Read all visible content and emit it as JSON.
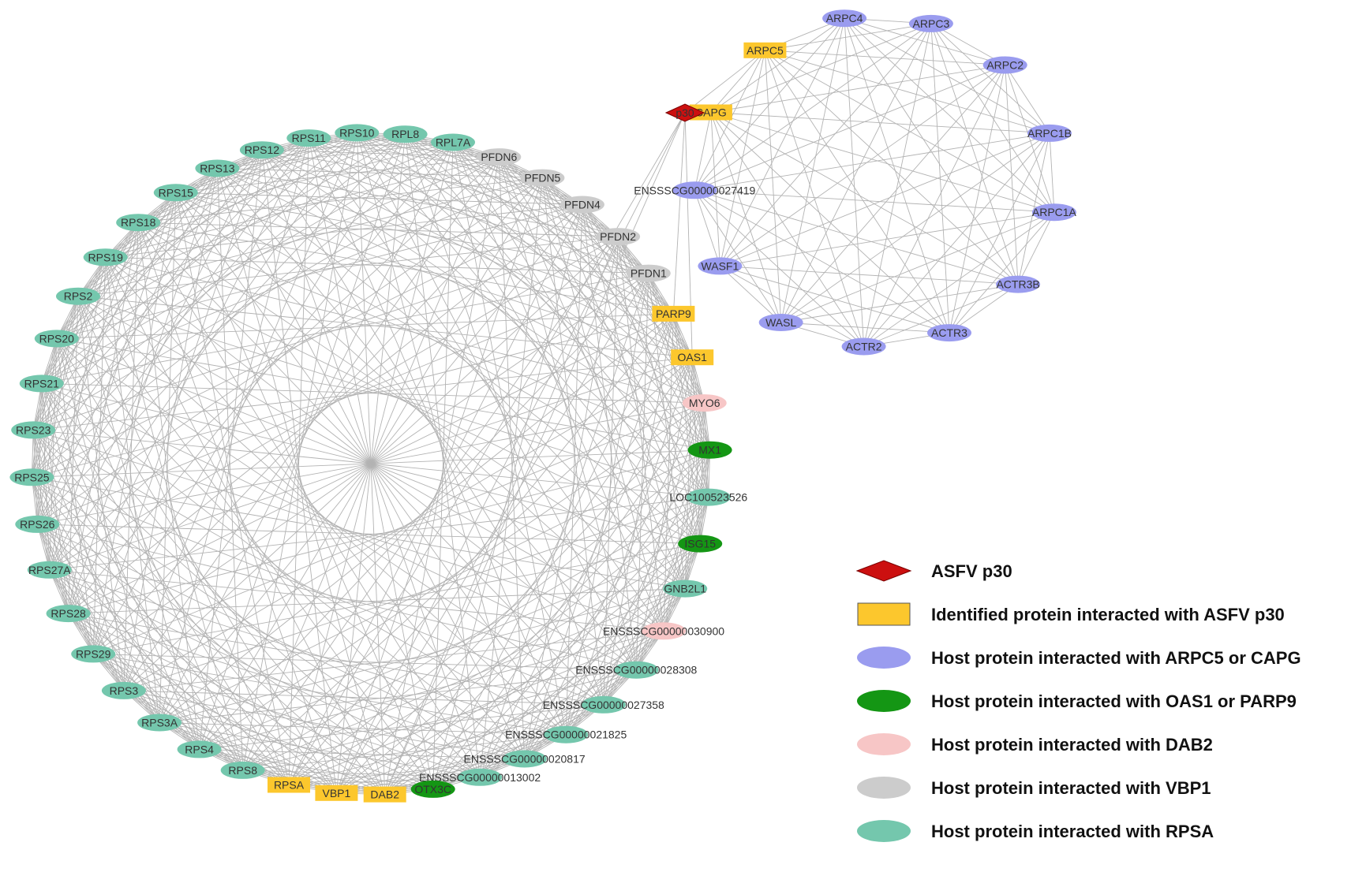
{
  "colors": {
    "virus": "#cc1010",
    "identified": "#fcc72d",
    "arpc": "#9a9cef",
    "oas": "#149614",
    "dab": "#f7c6c6",
    "vbp": "#cccccc",
    "rpsa": "#74c7ad",
    "edge": "#b3b3b3"
  },
  "legend": [
    {
      "group": "virus",
      "shape": "diamond",
      "label": "ASFV p30"
    },
    {
      "group": "identified",
      "shape": "rect",
      "label": "Identified protein interacted with ASFV p30"
    },
    {
      "group": "arpc",
      "shape": "ellipse",
      "label": "Host protein interacted with ARPC5 or CAPG"
    },
    {
      "group": "oas",
      "shape": "ellipse",
      "label": "Host protein interacted with OAS1 or PARP9"
    },
    {
      "group": "dab",
      "shape": "ellipse",
      "label": "Host protein interacted with DAB2"
    },
    {
      "group": "vbp",
      "shape": "ellipse",
      "label": "Host protein interacted with VBP1"
    },
    {
      "group": "rpsa",
      "shape": "ellipse",
      "label": "Host protein interacted with RPSA"
    }
  ],
  "right_cluster": [
    {
      "id": "ARPC4",
      "label": "ARPC4",
      "group": "arpc",
      "shape": "ellipse"
    },
    {
      "id": "ARPC3",
      "label": "ARPC3",
      "group": "arpc",
      "shape": "ellipse"
    },
    {
      "id": "ARPC2",
      "label": "ARPC2",
      "group": "arpc",
      "shape": "ellipse"
    },
    {
      "id": "ARPC1B",
      "label": "ARPC1B",
      "group": "arpc",
      "shape": "ellipse"
    },
    {
      "id": "ARPC1A",
      "label": "ARPC1A",
      "group": "arpc",
      "shape": "ellipse"
    },
    {
      "id": "ACTR3B",
      "label": "ACTR3B",
      "group": "arpc",
      "shape": "ellipse"
    },
    {
      "id": "ACTR3",
      "label": "ACTR3",
      "group": "arpc",
      "shape": "ellipse"
    },
    {
      "id": "ACTR2",
      "label": "ACTR2",
      "group": "arpc",
      "shape": "ellipse"
    },
    {
      "id": "WASL",
      "label": "WASL",
      "group": "arpc",
      "shape": "ellipse"
    },
    {
      "id": "WASF1",
      "label": "WASF1",
      "group": "arpc",
      "shape": "ellipse"
    },
    {
      "id": "ENS27419",
      "label": "ENSSSCG00000027419",
      "group": "arpc",
      "shape": "ellipse"
    },
    {
      "id": "CAPG",
      "label": "CAPG",
      "group": "identified",
      "shape": "rect"
    },
    {
      "id": "ARPC5",
      "label": "ARPC5",
      "group": "identified",
      "shape": "rect"
    }
  ],
  "left_cluster": [
    {
      "id": "RPL7A",
      "label": "RPL7A",
      "group": "rpsa",
      "shape": "ellipse"
    },
    {
      "id": "PFDN6",
      "label": "PFDN6",
      "group": "vbp",
      "shape": "ellipse"
    },
    {
      "id": "PFDN5",
      "label": "PFDN5",
      "group": "vbp",
      "shape": "ellipse"
    },
    {
      "id": "PFDN4",
      "label": "PFDN4",
      "group": "vbp",
      "shape": "ellipse"
    },
    {
      "id": "PFDN2",
      "label": "PFDN2",
      "group": "vbp",
      "shape": "ellipse"
    },
    {
      "id": "PFDN1",
      "label": "PFDN1",
      "group": "vbp",
      "shape": "ellipse"
    },
    {
      "id": "PARP9",
      "label": "PARP9",
      "group": "identified",
      "shape": "rect"
    },
    {
      "id": "OAS1",
      "label": "OAS1",
      "group": "identified",
      "shape": "rect"
    },
    {
      "id": "MYO6",
      "label": "MYO6",
      "group": "dab",
      "shape": "ellipse"
    },
    {
      "id": "MX1",
      "label": "MX1",
      "group": "oas",
      "shape": "ellipse"
    },
    {
      "id": "LOC100523526",
      "label": "LOC100523526",
      "group": "rpsa",
      "shape": "ellipse"
    },
    {
      "id": "ISG15",
      "label": "ISG15",
      "group": "oas",
      "shape": "ellipse"
    },
    {
      "id": "GNB2L1",
      "label": "GNB2L1",
      "group": "rpsa",
      "shape": "ellipse"
    },
    {
      "id": "ENS30900",
      "label": "ENSSSCG00000030900",
      "group": "dab",
      "shape": "ellipse"
    },
    {
      "id": "ENS28308",
      "label": "ENSSSCG00000028308",
      "group": "rpsa",
      "shape": "ellipse"
    },
    {
      "id": "ENS27358",
      "label": "ENSSSCG00000027358",
      "group": "rpsa",
      "shape": "ellipse"
    },
    {
      "id": "ENS21825",
      "label": "ENSSSCG00000021825",
      "group": "rpsa",
      "shape": "ellipse"
    },
    {
      "id": "ENS20817",
      "label": "ENSSSCG00000020817",
      "group": "rpsa",
      "shape": "ellipse"
    },
    {
      "id": "ENS13002",
      "label": "ENSSSCG00000013002",
      "group": "rpsa",
      "shape": "ellipse"
    },
    {
      "id": "OTX3C",
      "label": "OTX3C",
      "group": "oas",
      "shape": "ellipse"
    },
    {
      "id": "DAB2",
      "label": "DAB2",
      "group": "identified",
      "shape": "rect"
    },
    {
      "id": "VBP1",
      "label": "VBP1",
      "group": "identified",
      "shape": "rect"
    },
    {
      "id": "RPSA",
      "label": "RPSA",
      "group": "identified",
      "shape": "rect"
    },
    {
      "id": "RPS8",
      "label": "RPS8",
      "group": "rpsa",
      "shape": "ellipse"
    },
    {
      "id": "RPS4",
      "label": "RPS4",
      "group": "rpsa",
      "shape": "ellipse"
    },
    {
      "id": "RPS3A",
      "label": "RPS3A",
      "group": "rpsa",
      "shape": "ellipse"
    },
    {
      "id": "RPS3",
      "label": "RPS3",
      "group": "rpsa",
      "shape": "ellipse"
    },
    {
      "id": "RPS29",
      "label": "RPS29",
      "group": "rpsa",
      "shape": "ellipse"
    },
    {
      "id": "RPS28",
      "label": "RPS28",
      "group": "rpsa",
      "shape": "ellipse"
    },
    {
      "id": "RPS27A",
      "label": "RPS27A",
      "group": "rpsa",
      "shape": "ellipse"
    },
    {
      "id": "RPS26",
      "label": "RPS26",
      "group": "rpsa",
      "shape": "ellipse"
    },
    {
      "id": "RPS25",
      "label": "RPS25",
      "group": "rpsa",
      "shape": "ellipse"
    },
    {
      "id": "RPS23",
      "label": "RPS23",
      "group": "rpsa",
      "shape": "ellipse"
    },
    {
      "id": "RPS21",
      "label": "RPS21",
      "group": "rpsa",
      "shape": "ellipse"
    },
    {
      "id": "RPS20",
      "label": "RPS20",
      "group": "rpsa",
      "shape": "ellipse"
    },
    {
      "id": "RPS2",
      "label": "RPS2",
      "group": "rpsa",
      "shape": "ellipse"
    },
    {
      "id": "RPS19",
      "label": "RPS19",
      "group": "rpsa",
      "shape": "ellipse"
    },
    {
      "id": "RPS18",
      "label": "RPS18",
      "group": "rpsa",
      "shape": "ellipse"
    },
    {
      "id": "RPS15",
      "label": "RPS15",
      "group": "rpsa",
      "shape": "ellipse"
    },
    {
      "id": "RPS13",
      "label": "RPS13",
      "group": "rpsa",
      "shape": "ellipse"
    },
    {
      "id": "RPS12",
      "label": "RPS12",
      "group": "rpsa",
      "shape": "ellipse"
    },
    {
      "id": "RPS11",
      "label": "RPS11",
      "group": "rpsa",
      "shape": "ellipse"
    },
    {
      "id": "RPS10",
      "label": "RPS10",
      "group": "rpsa",
      "shape": "ellipse"
    },
    {
      "id": "RPL8",
      "label": "RPL8",
      "group": "rpsa",
      "shape": "ellipse"
    }
  ],
  "virus_node": {
    "id": "p30",
    "label": "p30",
    "group": "virus",
    "shape": "diamond"
  },
  "virus_edges": [
    "ARPC5",
    "CAPG",
    "PARP9",
    "OAS1",
    "RPSA",
    "VBP1",
    "DAB2"
  ]
}
